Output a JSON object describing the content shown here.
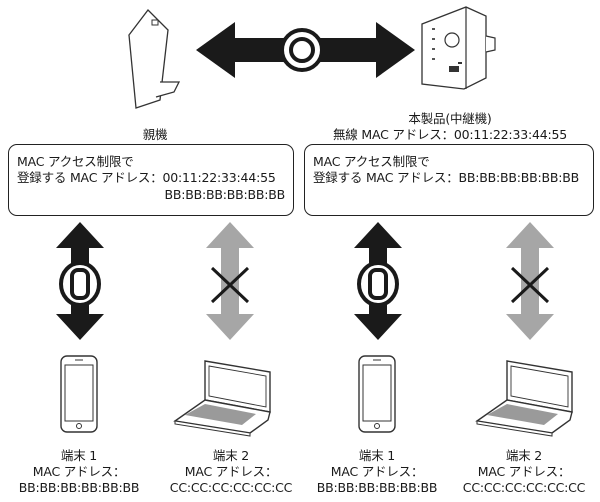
{
  "router": {
    "caption": "親機"
  },
  "extender": {
    "caption_line1": "本製品(中継機)",
    "caption_line2": "無線 MAC アドレス：00:11:22:33:44:55"
  },
  "router_box": {
    "line1": "MAC アクセス制限で",
    "line2": "登録する MAC アドレス：00:11:22:33:44:55",
    "line3": "BB:BB:BB:BB:BB:BB"
  },
  "extender_box": {
    "line1": "MAC アクセス制限で",
    "line2": "登録する MAC アドレス：BB:BB:BB:BB:BB:BB"
  },
  "devices": [
    {
      "name": "端末 1",
      "mac_label": "MAC アドレス：",
      "mac": "BB:BB:BB:BB:BB:BB"
    },
    {
      "name": "端末 2",
      "mac_label": "MAC アドレス：",
      "mac": "CC:CC:CC:CC:CC:CC"
    },
    {
      "name": "端末 1",
      "mac_label": "MAC アドレス：",
      "mac": "BB:BB:BB:BB:BB:BB"
    },
    {
      "name": "端末 2",
      "mac_label": "MAC アドレス：",
      "mac": "CC:CC:CC:CC:CC:CC"
    }
  ],
  "colors": {
    "allowed": "#1a1a1a",
    "blocked": "#a6a6a6",
    "line": "#222222"
  },
  "icons": {
    "router": "router-icon",
    "extender": "extender-icon",
    "smartphone": "smartphone-icon",
    "laptop": "laptop-icon",
    "allowed_mark": "circle-mark-icon",
    "blocked_mark": "cross-mark-icon"
  }
}
